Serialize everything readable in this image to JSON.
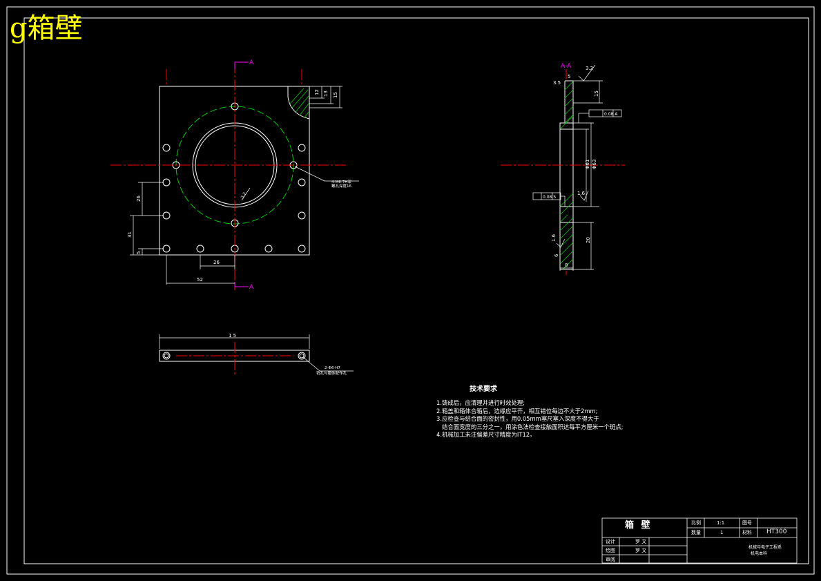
{
  "overlay_title": "g箱壁",
  "section_label": "A-A",
  "cut_labels": [
    "A",
    "A"
  ],
  "dimensions": {
    "front_v_top": [
      "12",
      "13",
      "15"
    ],
    "front_left": [
      "26",
      "31",
      "5"
    ],
    "front_bottom": [
      "26",
      "52"
    ],
    "hole_note_1": "4-M6-7H深",
    "hole_note_2": "螺孔深度16",
    "roughness_bore": "3.2",
    "bottom_width": "115",
    "pin_note_1": "2-Φ6-H7",
    "pin_note_2": "销孔与箱体配作孔",
    "sec_3_5": "3.5",
    "sec_5": "5",
    "sec_roughness_top": "3.2",
    "sec_15": "15",
    "sec_d61": "Φ61",
    "sec_d63": "Φ63",
    "sec_1_6": "1.6",
    "sec_1_6b": "1.6",
    "sec_20": "20",
    "sec_8": "8",
    "sec_6": "6",
    "tol_parallel": "0.08 A",
    "tol_flat": "0.08 S"
  },
  "tech_req": {
    "title": "技术要求",
    "items": [
      "1.铸成后，应清理并进行时效处理;",
      "2.箱盖和箱体合箱后，边缘应平齐，相互错位每边不大于2mm;",
      "3.应检查与结合面的密封性，用0.05mm塞尺塞入深度不得大于",
      "   结合面宽度的三分之一，用涂色法检查接触面积达每平方厘米一个斑点;",
      "4.机械加工未注偏差尺寸精度为IT12。"
    ]
  },
  "title_block": {
    "part_name": "箱  壁",
    "scale_label": "比例",
    "scale_value": "1:1",
    "drawing_no_label": "图号",
    "qty_label": "数量",
    "qty_value": "1",
    "material_label": "材料",
    "material_value": "HT300",
    "design_label": "设计",
    "design_name": "罗  文",
    "drawing_label": "绘图",
    "drawing_name": "罗  文",
    "review_label": "审阅",
    "school_1": "机械与电子工程系",
    "school_2": "机电本科"
  },
  "colors": {
    "background": "#000000",
    "lines": "#ffffff",
    "centerline": "#ff0000",
    "hidden_circle": "#00cc00",
    "hatch": "#00cc00",
    "cut_marks": "#ff00ff",
    "overlay_title": "#ffff00"
  }
}
